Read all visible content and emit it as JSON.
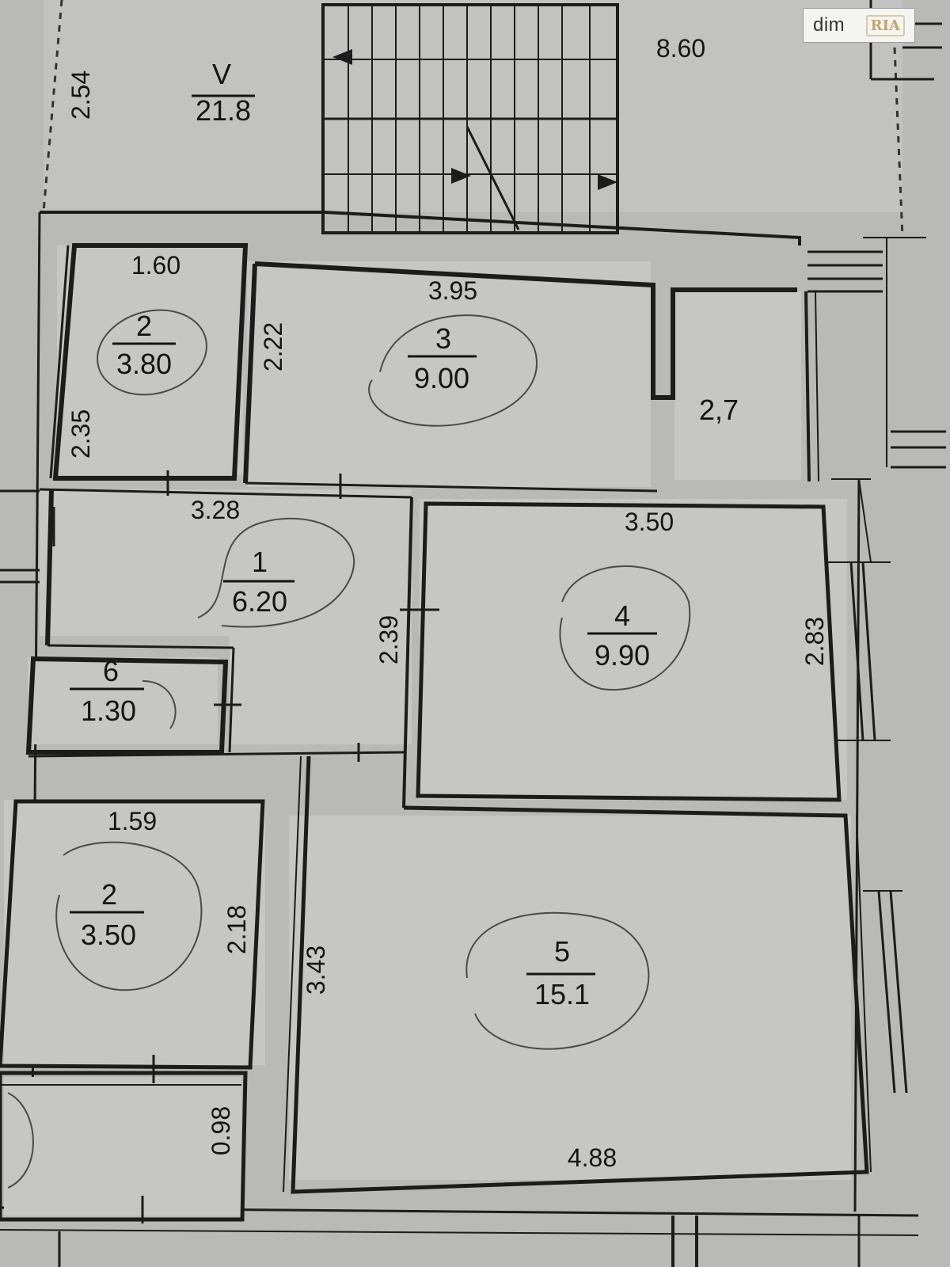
{
  "watermark": {
    "brand": "dim",
    "logo_text": "RIA"
  },
  "dimensions": {
    "top_left_height": "2.54",
    "top_right_width": "8.60",
    "room2a_width": "1.60",
    "room2a_height": "2.35",
    "room3_width": "3.95",
    "room3_height": "2.22",
    "room1_width": "3.28",
    "room1_height": "2.39",
    "room4_width": "3.50",
    "room4_height": "2.83",
    "room2b_width": "1.59",
    "room2b_height": "2.18",
    "room5_width": "4.88",
    "room5_height": "3.43",
    "lower_left_height": "0.98"
  },
  "rooms": {
    "common_v": {
      "number": "V",
      "area": "21.8"
    },
    "room2a": {
      "number": "2",
      "area": "3.80"
    },
    "room3": {
      "number": "3",
      "area": "9.00"
    },
    "closet": {
      "area": "2,7"
    },
    "room1": {
      "number": "1",
      "area": "6.20"
    },
    "room6": {
      "number": "6",
      "area": "1.30"
    },
    "room4": {
      "number": "4",
      "area": "9.90"
    },
    "room2b": {
      "number": "2",
      "area": "3.50"
    },
    "room5": {
      "number": "5",
      "area": "15.1"
    }
  },
  "colors": {
    "paper": "#b9b9b7",
    "room_fill": "#c6c6c4",
    "wall": "#1c1c1c",
    "ink": "#151515",
    "pencil": "#4a4a4a"
  }
}
